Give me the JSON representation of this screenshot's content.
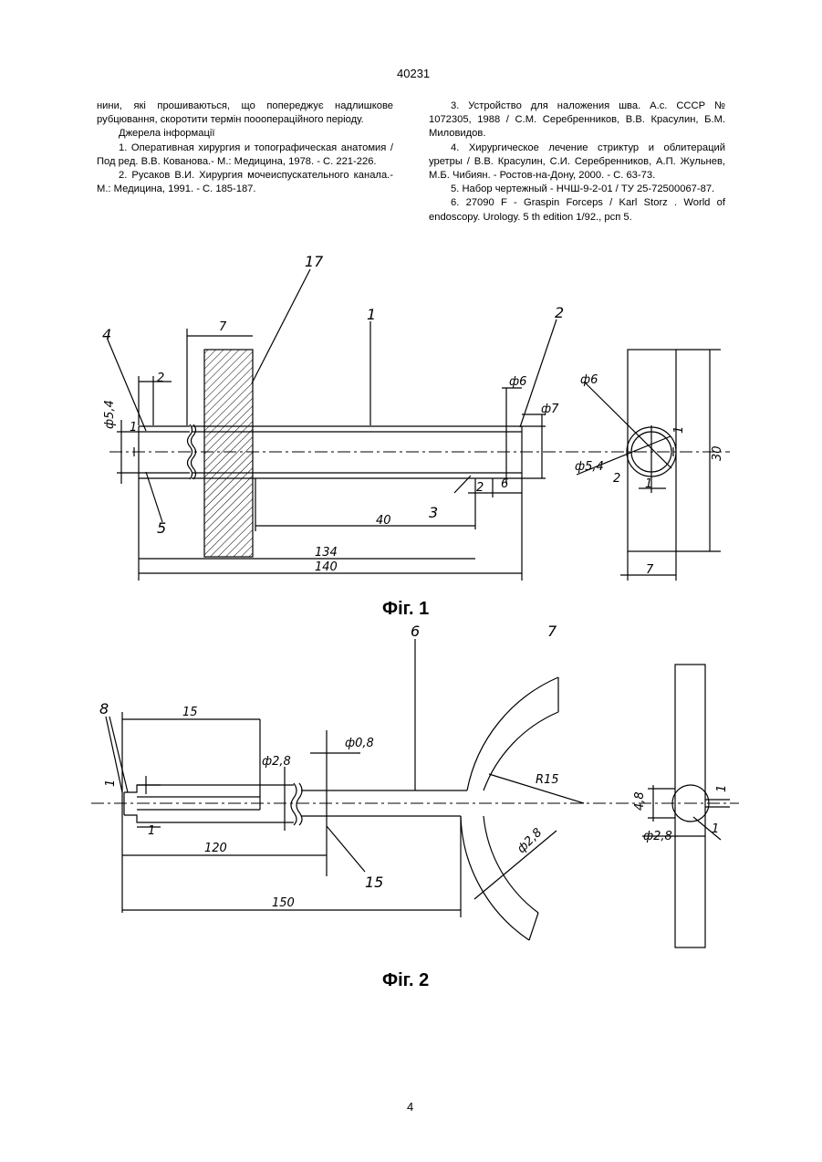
{
  "page": {
    "patent_number": "40231",
    "page_number": "4"
  },
  "left_column": {
    "continuation": "нини, які прошиваються, що попереджує надлишкове рубцювання, скоротити термін пооопераційного періоду.",
    "sources_heading": "Джерела інформації",
    "refs": [
      "1. Оперативная хирургия и топографическая анатомия / Под ред. В.В. Кованова.- М.: Медицина, 1978. - С. 221-226.",
      "2. Русаков В.И. Хирургия мочеиспускательного канала.- М.: Медицина, 1991. - С. 185-187."
    ]
  },
  "right_column": {
    "refs": [
      "3. Устройство для наложения шва. А.с. СССР № 1072305, 1988 / С.М. Серебренников, В.В. Красулин, Б.М. Миловидов.",
      "4. Хирургическое лечение стриктур и облитераций уретры / В.В. Красулин, С.И. Серебренников, А.П. Жульнев, М.Б. Чибиян. - Ростов-на-Дону, 2000. - С. 63-73.",
      "5. Набор чертежный - НЧШ-9-2-01 / ТУ 25-72500067-87.",
      "6. 27090 F - Graspin Forceps / Karl Storz . World of endoscopy. Urology. 5 th edition 1/92., рсп 5."
    ]
  },
  "figure1": {
    "caption": "Фіг. 1",
    "labels": {
      "part4": "4",
      "part5": "5",
      "part17": "17",
      "part1": "1",
      "part2": "2",
      "part3": "3",
      "dim7_top": "7",
      "dim2_top": "2",
      "dim_d54": "ф5,4",
      "dim_1": "1",
      "dim_d6": "ф6",
      "dim_d7": "ф7",
      "dim_2b": "2",
      "dim_6": "6",
      "dim_40": "40",
      "dim_134": "134",
      "dim_140": "140",
      "side_d6": "ф6",
      "side_d54": "ф5,4",
      "side_1": "1",
      "side_2": "2",
      "side_1b": "1",
      "side_30": "30",
      "side_7": "7"
    }
  },
  "figure2": {
    "caption": "Фіг. 2",
    "labels": {
      "part8": "8",
      "part6": "6",
      "part7": "7",
      "part15": "15",
      "dim_15": "15",
      "dim_d08": "ф0,8",
      "dim_d28": "ф2,8",
      "dim_1": "1",
      "dim_1b": "1",
      "dim_120": "120",
      "dim_150": "150",
      "dim_R15": "R15",
      "dim_d28_arc": "ф2,8",
      "side_48": "4,8",
      "side_1": "1",
      "side_d28": "ф2,8",
      "side_1b": "1"
    }
  }
}
